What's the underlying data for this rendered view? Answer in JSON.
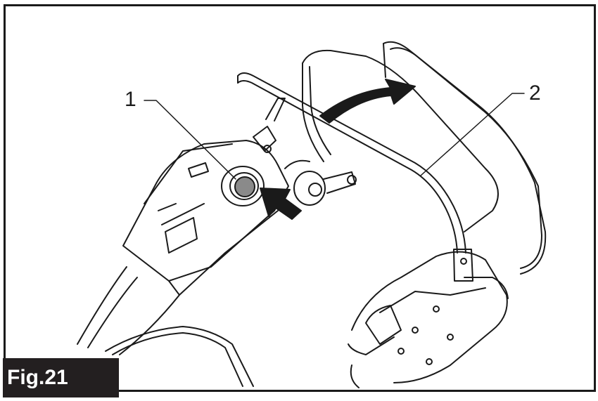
{
  "figure": {
    "label": "Fig.21",
    "callouts": [
      {
        "number": "1",
        "target": "button"
      },
      {
        "number": "2",
        "target": "lever"
      }
    ]
  }
}
